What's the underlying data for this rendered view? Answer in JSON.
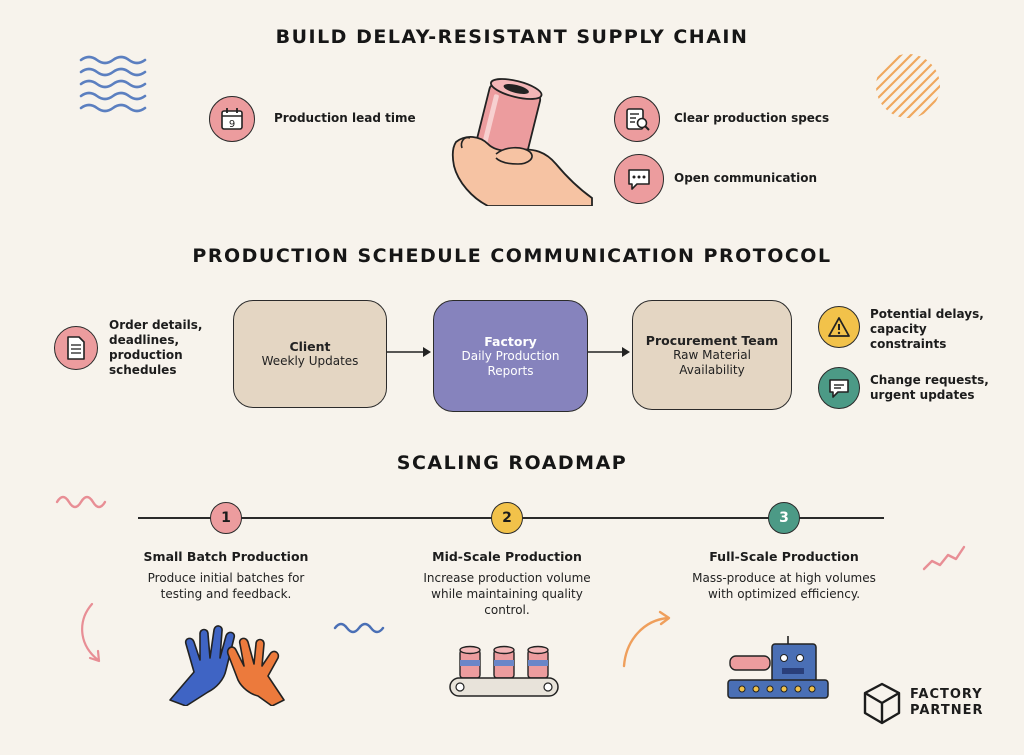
{
  "headings": {
    "supply_chain": "BUILD DELAY-RESISTANT SUPPLY CHAIN",
    "protocol": "PRODUCTION SCHEDULE COMMUNICATION PROTOCOL",
    "roadmap": "SCALING ROADMAP"
  },
  "supply_chain": {
    "lead_time_icon_digit": "9",
    "lead_time": "Production lead time",
    "specs": "Clear production specs",
    "communication": "Open communication"
  },
  "protocol": {
    "left_note": [
      "Order details,",
      "deadlines,",
      "production",
      "schedules"
    ],
    "client": {
      "title": "Client",
      "text": "Weekly Updates"
    },
    "factory": {
      "title": "Factory",
      "text": "Daily Production Reports"
    },
    "procurement": {
      "title": "Procurement Team",
      "text": "Raw Material Availability"
    },
    "delays_note": [
      "Potential delays,",
      "capacity",
      "constraints"
    ],
    "changes_note": [
      "Change requests,",
      "urgent updates"
    ]
  },
  "roadmap": {
    "steps": [
      {
        "num": "1",
        "title": "Small Batch Production",
        "desc": "Produce initial batches for testing and feedback."
      },
      {
        "num": "2",
        "title": "Mid-Scale Production",
        "desc": "Increase production volume while maintaining quality control."
      },
      {
        "num": "3",
        "title": "Full-Scale Production",
        "desc": "Mass-produce at high volumes with optimized efficiency."
      }
    ]
  },
  "logo": {
    "line1": "FACTORY",
    "line2": "PARTNER"
  },
  "colors": {
    "background": "#f7f3ec",
    "pink": "#ec9c9e",
    "yellow": "#f2c24a",
    "green": "#4c9a86",
    "purple": "#8683bd",
    "beige": "#e4d6c3",
    "orange": "#ef9f5c",
    "blue": "#4a6fb5"
  }
}
